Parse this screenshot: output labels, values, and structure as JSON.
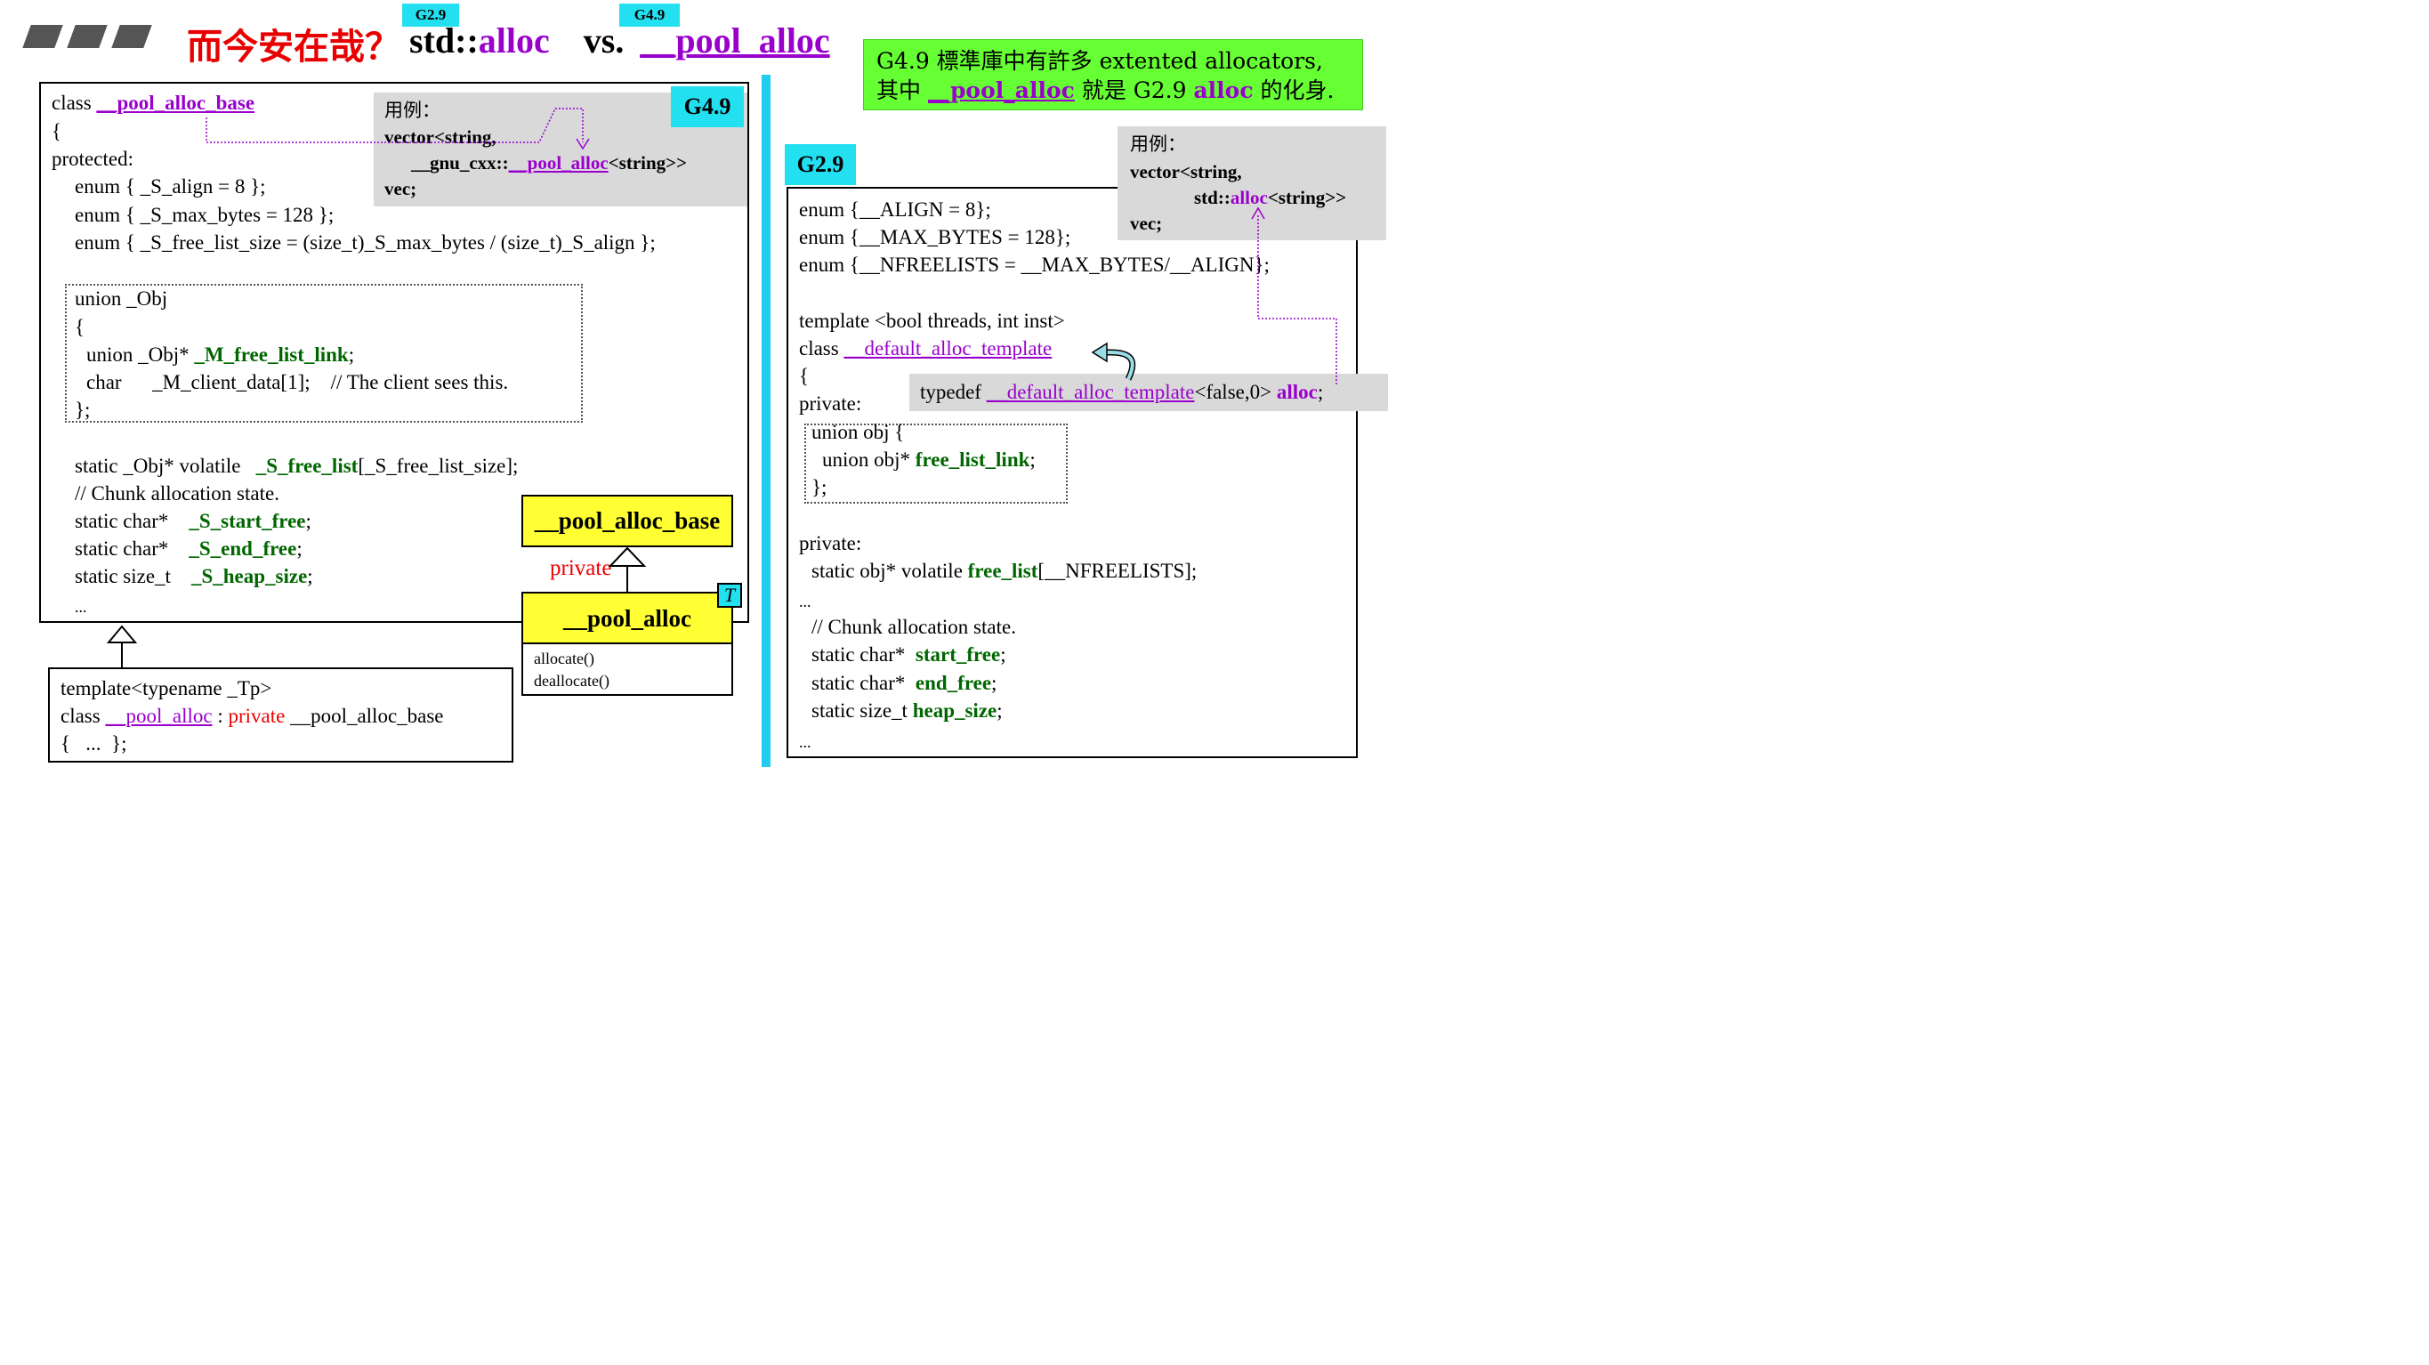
{
  "header": {
    "title_cn": "而今安在哉？",
    "title_std_prefix": "std::",
    "title_std_alloc": "alloc",
    "title_vs": "vs.",
    "title_pool_alloc": "__pool_alloc",
    "tag_left": "G2.9",
    "tag_right": "G4.9"
  },
  "left": {
    "tag": "G4.9",
    "usage": {
      "label": "用例：",
      "line1": "vector<string,",
      "line2_prefix": "__gnu_cxx::",
      "line2_name": "__pool_alloc",
      "line2_suffix": "<string>>",
      "line3": "vec;"
    },
    "code": {
      "l1_kw": "class ",
      "l1_name": "__pool_alloc_base",
      "l2": "{",
      "l3": "protected:",
      "l4": "enum { _S_align = 8 };",
      "l5": "enum { _S_max_bytes = 128 };",
      "l6": "enum { _S_free_list_size = (size_t)_S_max_bytes / (size_t)_S_align };",
      "u1": "union _Obj",
      "u2": "{",
      "u3_prefix": "union _Obj* ",
      "u3_name": "_M_free_list_link",
      "u3_suffix": ";",
      "u4": "char      _M_client_data[1];    // The client sees this.",
      "u5": "};",
      "s1_prefix": "static _Obj* volatile   ",
      "s1_name": "_S_free_list",
      "s1_suffix": "[_S_free_list_size];",
      "s2": "// Chunk allocation state.",
      "s3_prefix": "static char*    ",
      "s3_name": "_S_start_free",
      "s3_suffix": ";",
      "s4_prefix": "static char*    ",
      "s4_name": "_S_end_free",
      "s4_suffix": ";",
      "s5_prefix": "static size_t    ",
      "s5_name": "_S_heap_size",
      "s5_suffix": ";",
      "s6": "..."
    },
    "uml": {
      "base": "__pool_alloc_base",
      "derived": "__pool_alloc",
      "template_param": "T",
      "private_label": "private",
      "method1": "allocate()",
      "method2": "deallocate()"
    },
    "bottom": {
      "l1": "template<typename _Tp>",
      "l2_kw": "class ",
      "l2_name": "__pool_alloc",
      "l2_colon": " : ",
      "l2_private": "private",
      "l2_base": " __pool_alloc_base",
      "l3": "{   ...  };"
    }
  },
  "right": {
    "note": {
      "line1": "G4.9 標準庫中有許多 extented allocators,",
      "line2_prefix": "其中 ",
      "line2_name": "__pool_alloc",
      "line2_mid": " 就是 G2.9 ",
      "line2_alloc": "alloc",
      "line2_suffix": " 的化身."
    },
    "tag": "G2.9",
    "usage": {
      "label": "用例：",
      "line1": "vector<string,",
      "line2_prefix": "std::",
      "line2_name": "alloc",
      "line2_suffix": "<string>>",
      "line3": "vec;"
    },
    "code": {
      "e1": "enum {__ALIGN = 8};",
      "e2": "enum {__MAX_BYTES = 128};",
      "e3": "enum {__NFREELISTS = __MAX_BYTES/__ALIGN};",
      "t1": "template <bool threads, int inst>",
      "t2_kw": "class ",
      "t2_name": "__default_alloc_template",
      "t3": "{",
      "t4": "private:",
      "typedef_kw": "typedef ",
      "typedef_name": "__default_alloc_template",
      "typedef_args": "<false,0> ",
      "typedef_alias": "alloc",
      "typedef_end": ";",
      "o1": "union obj {",
      "o2_prefix": "union obj* ",
      "o2_name": "free_list_link",
      "o2_suffix": ";",
      "o3": "};",
      "p1": "private:",
      "p2_prefix": "static obj* volatile ",
      "p2_name": "free_list",
      "p2_suffix": "[__NFREELISTS];",
      "p3": "...",
      "p4": "// Chunk allocation state.",
      "p5_prefix": "static char*  ",
      "p5_name": "start_free",
      "p5_suffix": ";",
      "p6_prefix": "static char*  ",
      "p6_name": "end_free",
      "p6_suffix": ";",
      "p7_prefix": "static size_t ",
      "p7_name": "heap_size",
      "p7_suffix": ";",
      "p8": "..."
    }
  },
  "colors": {
    "accent_cyan": "#22e0f0",
    "highlight_yellow": "#ffff33",
    "note_green": "#66ff33",
    "name_purple": "#9900cc",
    "member_green": "#006600",
    "title_red": "#e80000"
  }
}
